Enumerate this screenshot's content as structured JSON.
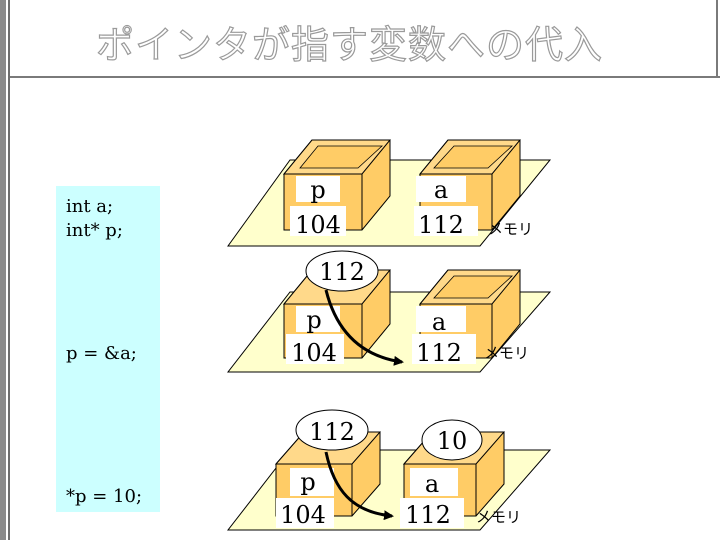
{
  "title": "ポインタが指す変数への代入",
  "code": {
    "step1_line1": "int a;",
    "step1_line2": "int* p;",
    "step2": "p = &a;",
    "step3": "*p = 10;"
  },
  "rows": [
    {
      "p_name": "p",
      "p_address": "104",
      "a_name": "a",
      "a_address": "112",
      "memory_label": "メモリ"
    },
    {
      "p_value": "112",
      "p_name": "p",
      "p_address": "104",
      "a_name": "a",
      "a_address": "112",
      "memory_label": "メモリ"
    },
    {
      "p_value": "112",
      "a_value": "10",
      "p_name": "p",
      "p_address": "104",
      "a_name": "a",
      "a_address": "112",
      "memory_label": "メモリ"
    }
  ],
  "colors": {
    "plane": "#ffffcc",
    "box": "#ffcc66",
    "code_panel": "#ccffff"
  }
}
